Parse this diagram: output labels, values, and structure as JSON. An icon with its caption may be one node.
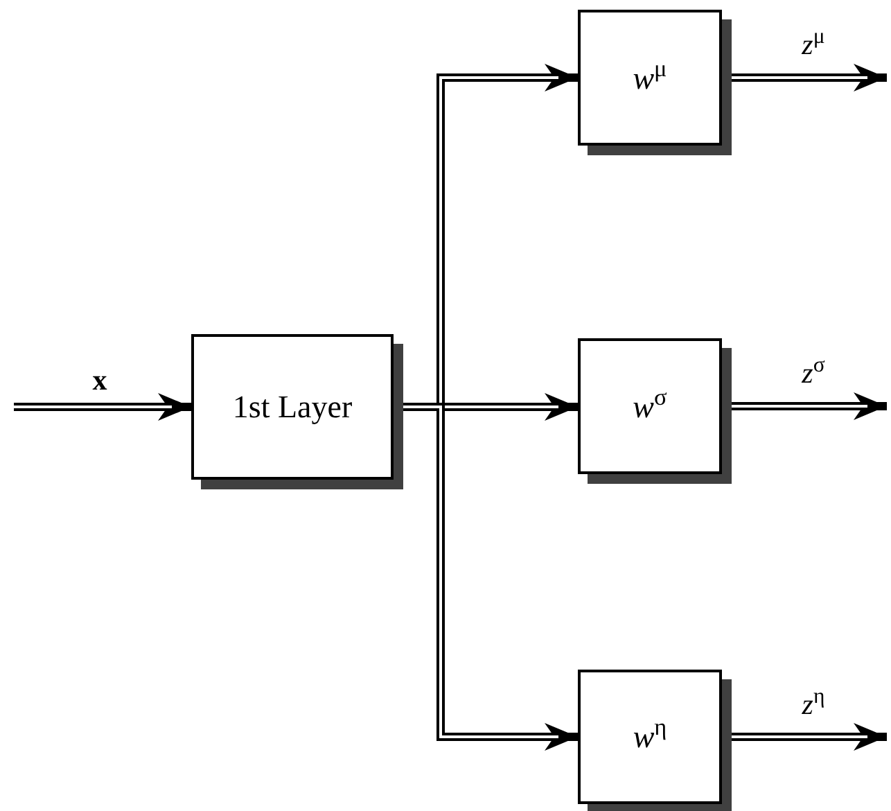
{
  "diagram": {
    "nodes": [
      {
        "text": [
          "1st Layer"
        ]
      },
      {
        "text": [
          "*w*$^{μ}$"
        ]
      },
      {
        "text": [
          "*w*$^{σ}$"
        ]
      },
      {
        "text": [
          "*w*$^{η}$"
        ]
      }
    ],
    "edges": [
      {
        "from": null,
        "to": 0,
        "arrow": "to",
        "label": "**x**"
      },
      {
        "from": 0,
        "to": 1,
        "arrow": "to"
      },
      {
        "from": 0,
        "to": 2,
        "arrow": "to"
      },
      {
        "from": 0,
        "to": 3,
        "arrow": "to"
      },
      {
        "from": 1,
        "to": null,
        "arrow": "to",
        "label": "*z*$^{μ}$"
      },
      {
        "from": 2,
        "to": null,
        "arrow": "to",
        "label": "*z*$^{σ}$"
      },
      {
        "from": 3,
        "to": null,
        "arrow": "to",
        "label": "*z*$^{η}$"
      }
    ]
  }
}
